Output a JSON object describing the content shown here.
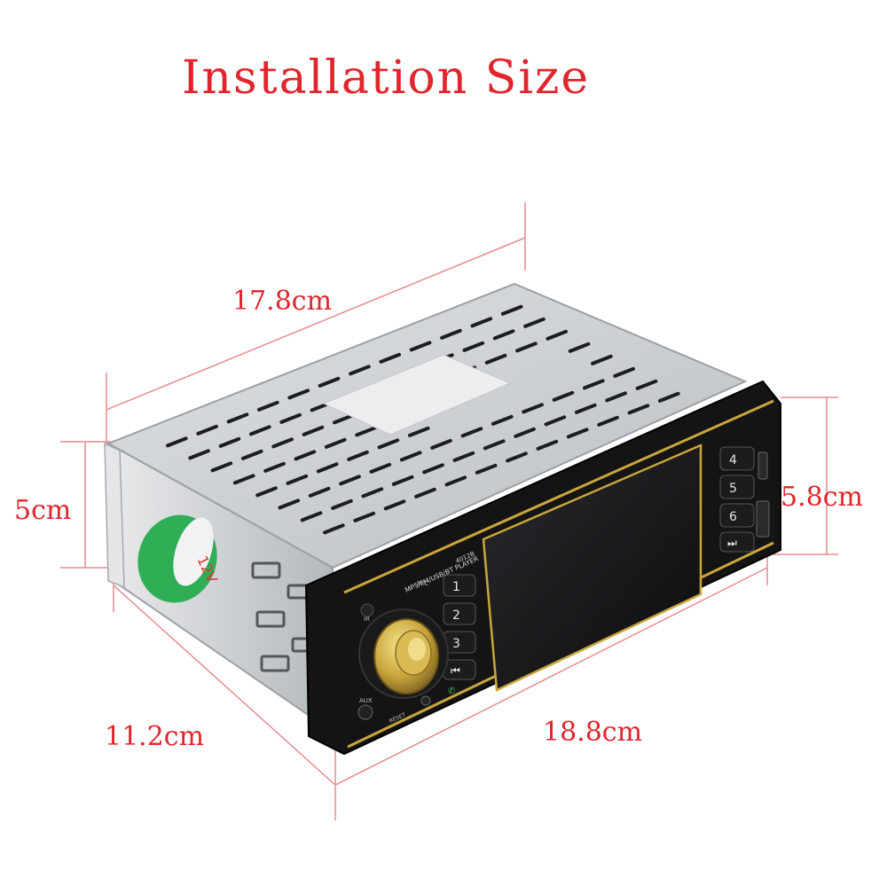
{
  "title": "Installation Size",
  "dimensions": {
    "top_depth": "17.8cm",
    "side_height": "5cm",
    "front_height": "5.8cm",
    "side_length": "11.2cm",
    "front_width": "18.8cm"
  },
  "device": {
    "label_sticker": "12V",
    "front_text": "MP5/FM/USB/BT PLAYER",
    "model_text": "4012B",
    "buttons": [
      "1",
      "2",
      "3",
      "4",
      "5",
      "6"
    ],
    "port_labels": [
      "IR",
      "MIC",
      "AUX",
      "RESET"
    ]
  },
  "colors": {
    "label": "#e0262c",
    "dimension_line": "#e88a8e",
    "chassis": "#cfd3d6",
    "front_panel": "#141414",
    "gold_trim": "#c9a63c",
    "sticker": "#2fae55"
  }
}
